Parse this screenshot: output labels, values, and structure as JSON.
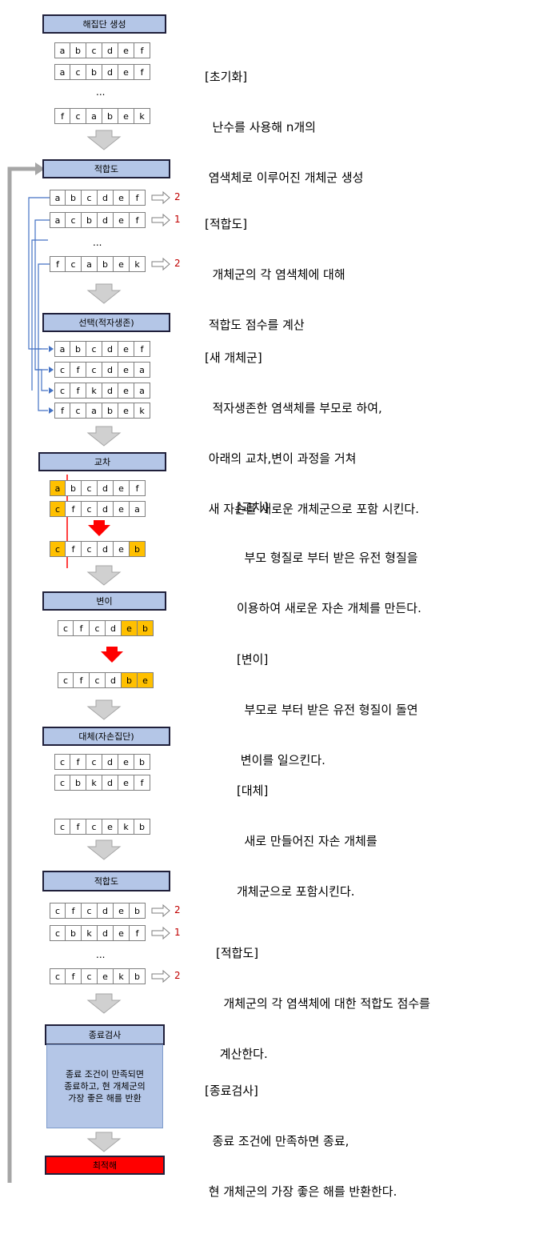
{
  "steps": {
    "init": "해집단 생성",
    "fitness": "적합도",
    "selection": "선택(적자생존)",
    "crossover": "교차",
    "mutation": "변이",
    "replacement": "대체(자손집단)",
    "fitness2": "적합도",
    "termination": "종료검사",
    "optimal": "최적해"
  },
  "termination_note": [
    "종료 조건이 만족되면",
    "종료하고, 현 개체군의",
    "가장 좋은 해를 반환"
  ],
  "ellipsis": "...",
  "rows": {
    "init": [
      [
        "a",
        "b",
        "c",
        "d",
        "e",
        "f"
      ],
      [
        "a",
        "c",
        "b",
        "d",
        "e",
        "f"
      ],
      [
        "f",
        "c",
        "a",
        "b",
        "e",
        "k"
      ]
    ],
    "fitness": [
      [
        "a",
        "b",
        "c",
        "d",
        "e",
        "f"
      ],
      [
        "a",
        "c",
        "b",
        "d",
        "e",
        "f"
      ],
      [
        "f",
        "c",
        "a",
        "b",
        "e",
        "k"
      ]
    ],
    "selection": [
      [
        "a",
        "b",
        "c",
        "d",
        "e",
        "f"
      ],
      [
        "c",
        "f",
        "c",
        "d",
        "e",
        "a"
      ],
      [
        "c",
        "f",
        "k",
        "d",
        "e",
        "a"
      ],
      [
        "f",
        "c",
        "a",
        "b",
        "e",
        "k"
      ]
    ],
    "crossover": [
      [
        "a",
        "b",
        "c",
        "d",
        "e",
        "f"
      ],
      [
        "c",
        "f",
        "c",
        "d",
        "e",
        "a"
      ],
      [
        "c",
        "f",
        "c",
        "d",
        "e",
        "b"
      ]
    ],
    "mutation": [
      [
        "c",
        "f",
        "c",
        "d",
        "e",
        "b"
      ],
      [
        "c",
        "f",
        "c",
        "d",
        "b",
        "e"
      ]
    ],
    "replacement": [
      [
        "c",
        "f",
        "c",
        "d",
        "e",
        "b"
      ],
      [
        "c",
        "b",
        "k",
        "d",
        "e",
        "f"
      ],
      [
        "c",
        "f",
        "c",
        "e",
        "k",
        "b"
      ]
    ],
    "fitness2": [
      [
        "c",
        "f",
        "c",
        "d",
        "e",
        "b"
      ],
      [
        "c",
        "b",
        "k",
        "d",
        "e",
        "f"
      ],
      [
        "c",
        "f",
        "c",
        "e",
        "k",
        "b"
      ]
    ]
  },
  "scores": {
    "fitness": [
      "2",
      "1",
      "2"
    ],
    "fitness2": [
      "2",
      "1",
      "2"
    ]
  },
  "descriptions": {
    "init": [
      "[초기화]",
      "  난수를 사용해 n개의",
      " 염색체로 이루어진 개체군 생성"
    ],
    "fitness": [
      "[적합도]",
      "  개체군의 각 염색체에 대해",
      " 적합도 점수를 계산"
    ],
    "selection": [
      "[새 개체군]",
      "  적자생존한 염색체를 부모로 하여,",
      " 아래의 교차,변이 과정을 거쳐",
      " 새 자손을 새로운 개체군으로 포함 시킨다."
    ],
    "crossover": [
      "[교차]",
      "  부모 형질로 부터 받은 유전 형질을",
      "이용하여 새로운 자손 개체를 만든다."
    ],
    "mutation": [
      "[변이]",
      "  부모로 부터 받은 유전 형질이 돌연",
      " 변이를 일으킨다."
    ],
    "replacement": [
      "[대체]",
      "  새로 만들어진 자손 개체를",
      "개체군으로 포함시킨다."
    ],
    "fitness2": [
      "[적합도]",
      "  개체군의 각 염색체에 대한 적합도 점수를",
      " 계산한다."
    ],
    "termination": [
      "[종료검사]",
      "  종료 조건에 만족하면 종료,",
      " 현 개체군의 가장 좋은 해를 반환한다."
    ]
  },
  "colors": {
    "header_fill": "#b4c6e7",
    "highlight": "#ffc000",
    "score": "#c00000",
    "flow_arrow": "#d0d0d0",
    "red_arrow": "#ff0000",
    "loop_line": "#a6a6a6",
    "link_line": "#4472c4",
    "optimal_fill": "#ff0000"
  }
}
